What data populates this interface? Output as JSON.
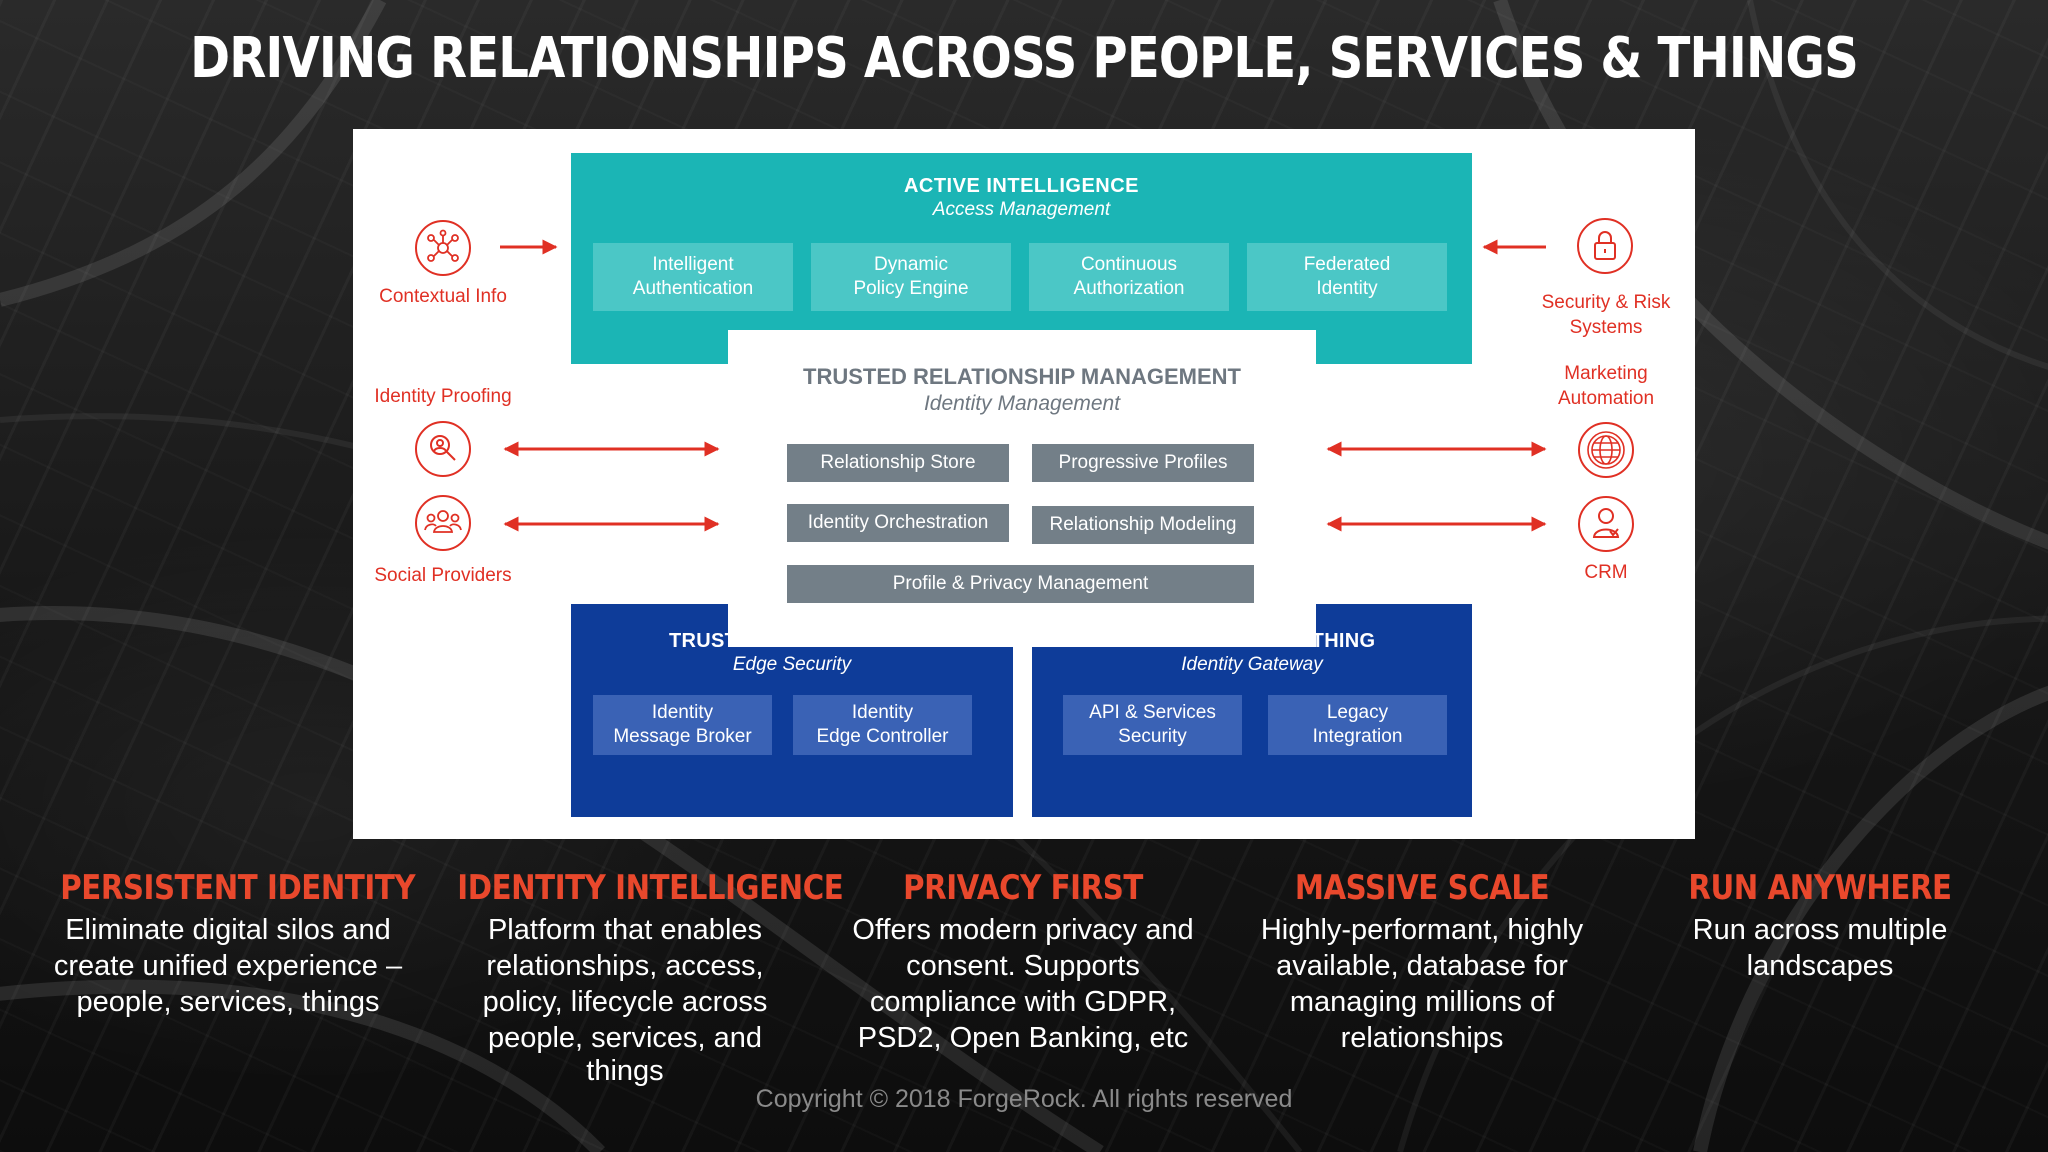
{
  "title": "DRIVING RELATIONSHIPS ACROSS PEOPLE, SERVICES & THINGS",
  "active_intelligence": {
    "title": "ACTIVE INTELLIGENCE",
    "subtitle": "Access Management",
    "items": [
      {
        "line1": "Intelligent",
        "line2": "Authentication"
      },
      {
        "line1": "Dynamic",
        "line2": "Policy Engine"
      },
      {
        "line1": "Continuous",
        "line2": "Authorization"
      },
      {
        "line1": "Federated",
        "line2": "Identity"
      }
    ]
  },
  "trusted_relationship": {
    "title": "TRUSTED RELATIONSHIP MANAGEMENT",
    "subtitle": "Identity Management",
    "items": [
      "Relationship Store",
      "Progressive Profiles",
      "Identity Orchestration",
      "Relationship Modeling",
      "Profile & Privacy Management"
    ]
  },
  "iot_security": {
    "title": "TRUSTED IOT SECURITY",
    "subtitle": "Edge Security",
    "items": [
      {
        "line1": "Identity",
        "line2": "Message  Broker"
      },
      {
        "line1": "Identity",
        "line2": "Edge Controller"
      }
    ]
  },
  "connect": {
    "title": "CONNECT TO ANYTHING",
    "subtitle": "Identity Gateway",
    "items": [
      {
        "line1": "API  & Services",
        "line2": "Security"
      },
      {
        "line1": "Legacy",
        "line2": "Integration"
      }
    ]
  },
  "left_side": {
    "contextual": "Contextual Info",
    "identity_proofing": "Identity Proofing",
    "social": "Social Providers"
  },
  "right_side": {
    "security_line1": "Security & Risk",
    "security_line2": "Systems",
    "marketing_line1": "Marketing",
    "marketing_line2": "Automation",
    "crm": "CRM"
  },
  "features": [
    {
      "title": "PERSISTENT IDENTITY",
      "body": [
        "Eliminate digital silos and",
        "create unified experience –",
        "people, services, things"
      ]
    },
    {
      "title": "IDENTITY INTELLIGENCE",
      "body": [
        "Platform that enables",
        "relationships, access,",
        "policy, lifecycle across",
        "people, services, and",
        "things"
      ]
    },
    {
      "title": "PRIVACY FIRST",
      "body": [
        "Offers modern privacy and",
        "consent. Supports",
        "compliance with GDPR,",
        "PSD2, Open Banking, etc"
      ]
    },
    {
      "title": "MASSIVE SCALE",
      "body": [
        "Highly-performant, highly",
        "available, database for",
        "managing millions of",
        "relationships"
      ]
    },
    {
      "title": "RUN ANYWHERE",
      "body": [
        "Run across multiple",
        "landscapes"
      ]
    }
  ],
  "copyright": "Copyright © 2018 ForgeRock. All rights reserved",
  "colors": {
    "teal": "#1bb5b5",
    "teal_box": "#4bc7c6",
    "grey_box": "#737f88",
    "blue": "#0e3c99",
    "blue_box": "#3a62b5",
    "accent_red": "#e03024",
    "feature_orange": "#e9482c"
  },
  "icons": [
    "network-icon",
    "lock-icon",
    "magnifier-icon",
    "people-icon",
    "globe-icon",
    "person-icon"
  ]
}
